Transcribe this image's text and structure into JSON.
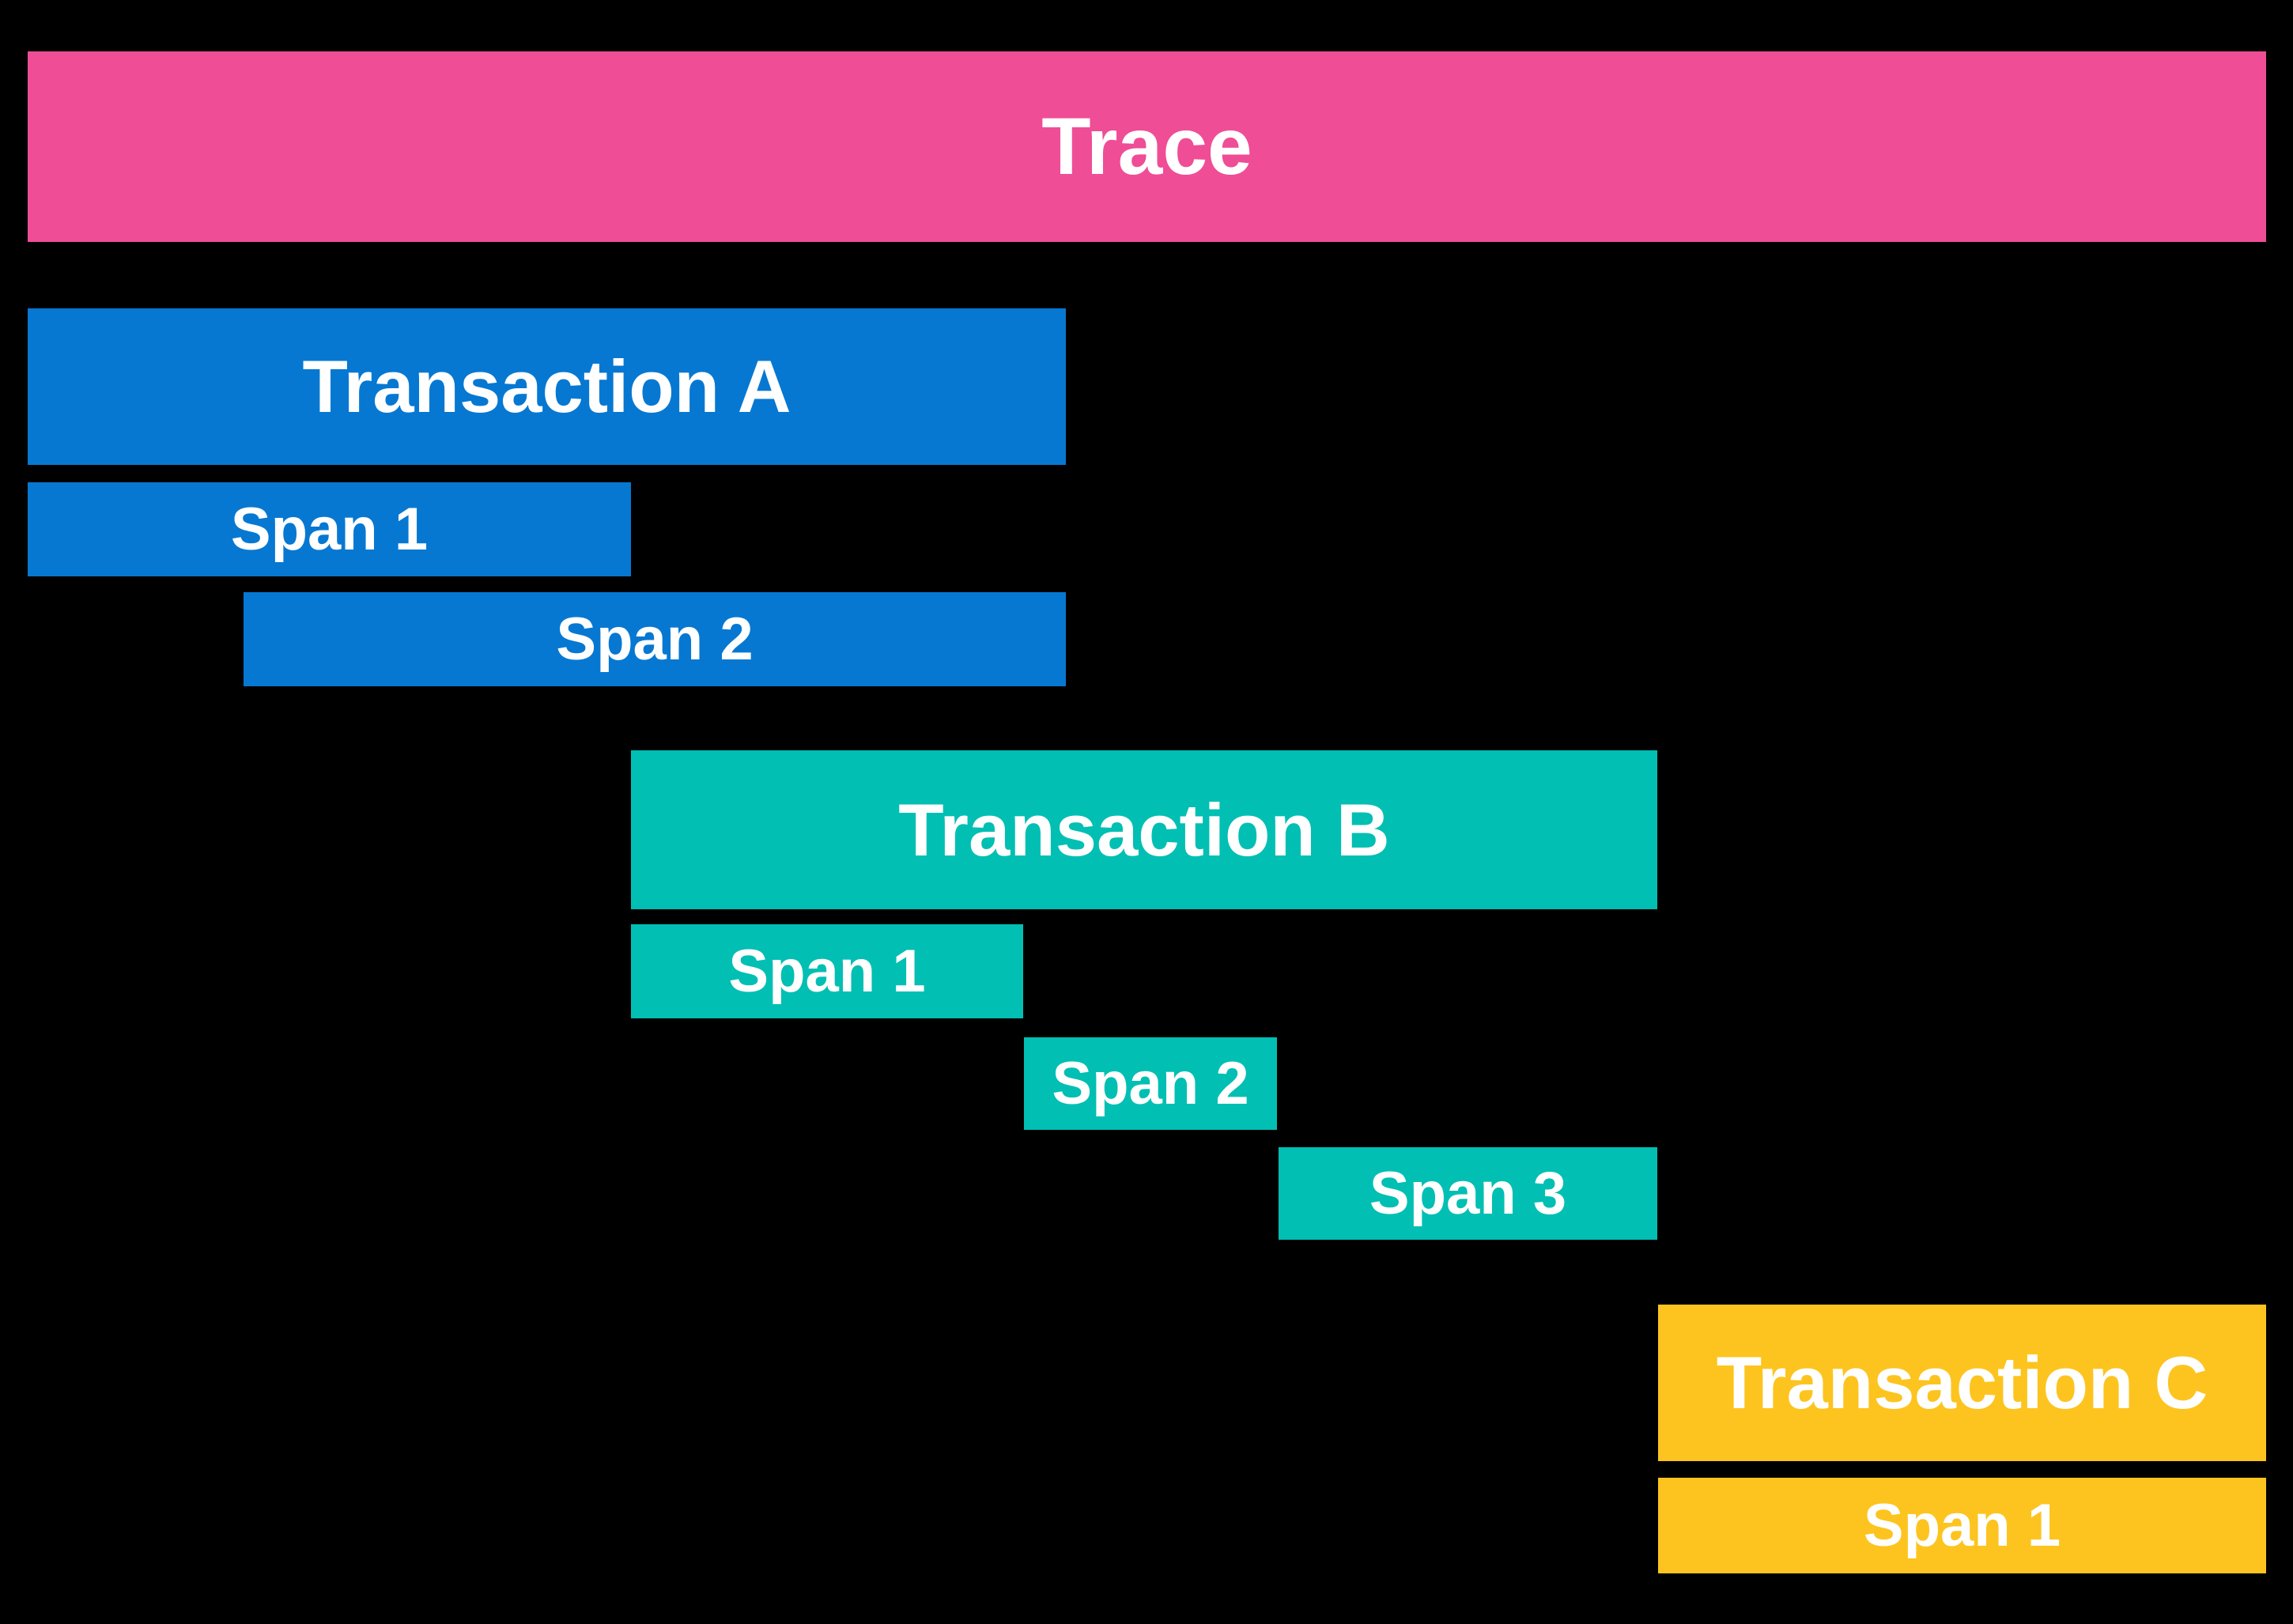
{
  "colors": {
    "background": "#000000",
    "text": "#FFFFFF",
    "trace": "#EF4D96",
    "transaction_a": "#0678D2",
    "transaction_b": "#01BFB3",
    "transaction_c": "#FDC41F"
  },
  "trace": {
    "label": "Trace"
  },
  "transactions": [
    {
      "label": "Transaction A",
      "spans": [
        {
          "label": "Span 1"
        },
        {
          "label": "Span 2"
        }
      ]
    },
    {
      "label": "Transaction B",
      "spans": [
        {
          "label": "Span 1"
        },
        {
          "label": "Span 2"
        },
        {
          "label": "Span 3"
        }
      ]
    },
    {
      "label": "Transaction C",
      "spans": [
        {
          "label": "Span 1"
        }
      ]
    }
  ]
}
